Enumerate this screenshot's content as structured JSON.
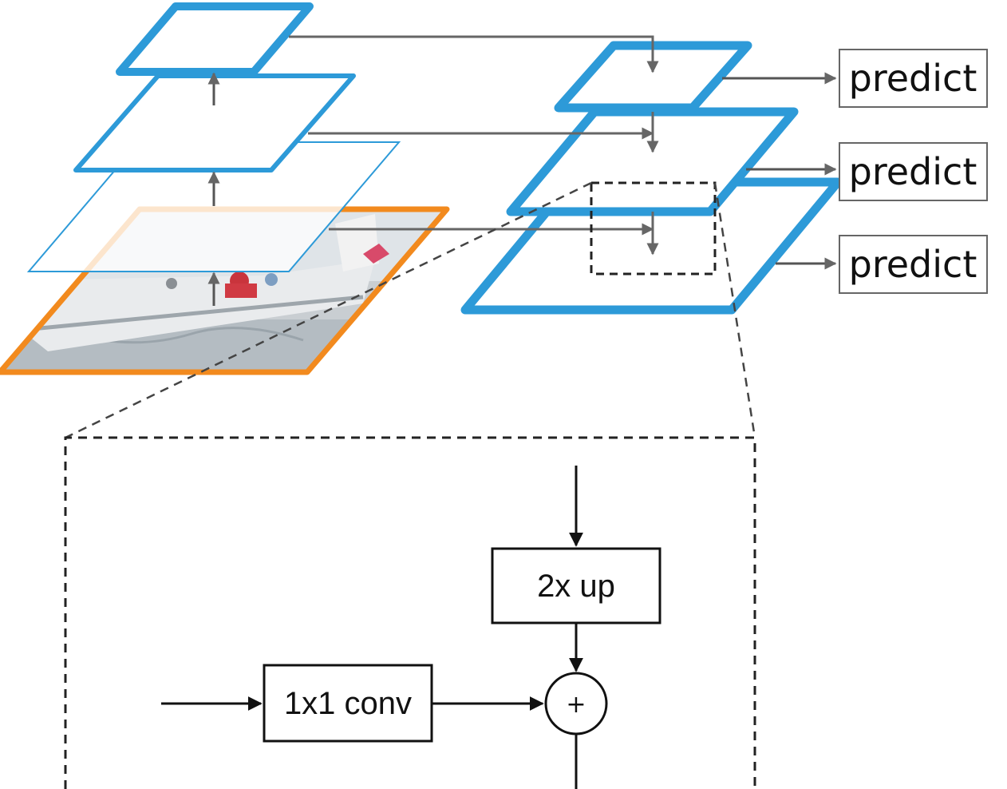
{
  "colors": {
    "feature_map": "#2d9ad8",
    "image_border": "#f28a1e",
    "connector": "#666666",
    "line": "#111111"
  },
  "icons": {
    "input_image": "sailboat-photo",
    "plus": "plus-icon"
  },
  "predictions": [
    {
      "label": "predict"
    },
    {
      "label": "predict"
    },
    {
      "label": "predict"
    }
  ],
  "detail": {
    "upsample_label": "2x up",
    "conv_label": "1x1 conv",
    "merge_symbol": "+"
  }
}
